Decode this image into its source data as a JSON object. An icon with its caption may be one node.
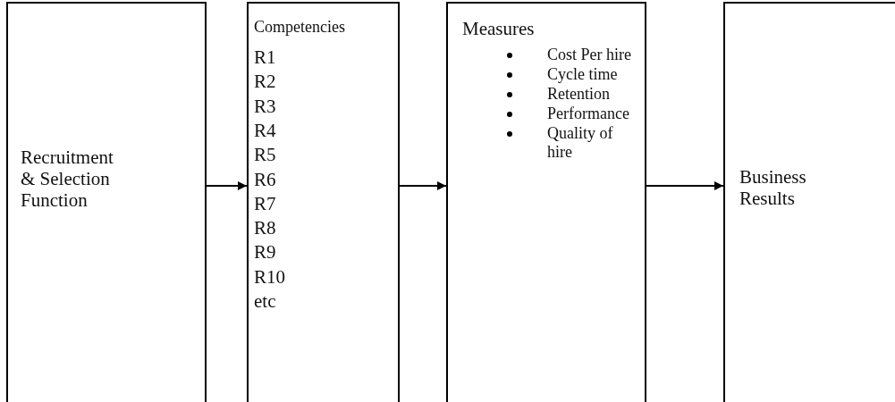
{
  "diagram": {
    "nodes": [
      {
        "text": [
          "Recruitment & Selection Function"
        ]
      },
      {
        "text": [
          "Competencies",
          "R1",
          "R2",
          "R3",
          "R4",
          "R5",
          "R6",
          "R7",
          "R8",
          "R9",
          "R10",
          "etc"
        ]
      },
      {
        "text": [
          "Measures",
          "Cost Per hire",
          "Cycle time",
          "Retention",
          "Performance",
          "Quality of hire"
        ]
      },
      {
        "text": [
          "Business Results"
        ]
      }
    ],
    "edges": [
      {
        "from": 0,
        "to": 1,
        "arrow": "to"
      },
      {
        "from": 1,
        "to": 2,
        "arrow": "to"
      },
      {
        "from": 2,
        "to": 3,
        "arrow": "to"
      }
    ]
  }
}
